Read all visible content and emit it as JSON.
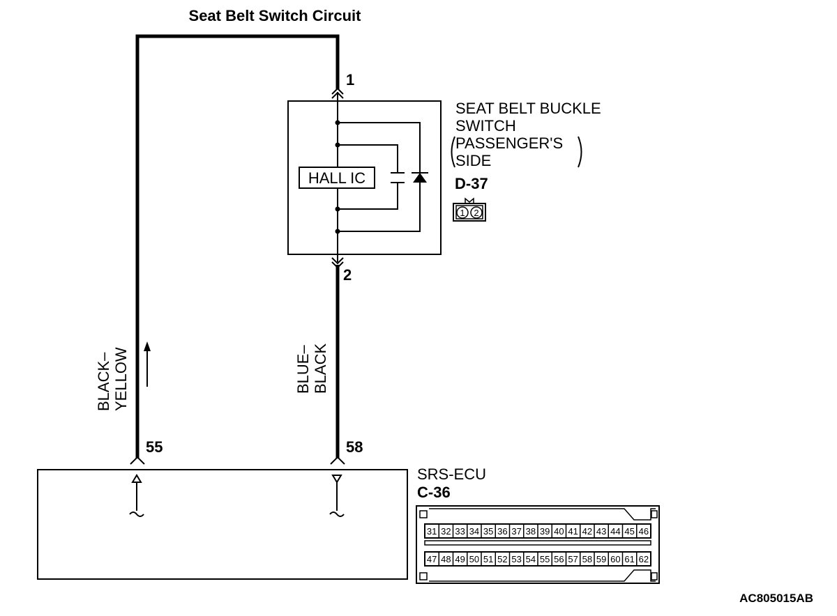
{
  "title": "Seat Belt Switch Circuit",
  "switch": {
    "name_line1": "SEAT BELT BUCKLE",
    "name_line2": "SWITCH",
    "name_line3": "PASSENGER'S",
    "name_line4": "SIDE",
    "connector_id": "D-37",
    "pin_top": "1",
    "pin_bottom": "2",
    "hall_ic_label": "HALL IC",
    "connector_pins": [
      "1",
      "2"
    ]
  },
  "wires": {
    "left_line1": "BLACK–",
    "left_line2": "YELLOW",
    "right_line1": "BLUE–",
    "right_line2": "BLACK"
  },
  "ecu": {
    "name": "SRS-ECU",
    "connector_id": "C-36",
    "pin_left": "55",
    "pin_right": "58",
    "pins_top": [
      "31",
      "32",
      "33",
      "34",
      "35",
      "36",
      "37",
      "38",
      "39",
      "40",
      "41",
      "42",
      "43",
      "44",
      "45",
      "46"
    ],
    "pins_bottom": [
      "47",
      "48",
      "49",
      "50",
      "51",
      "52",
      "53",
      "54",
      "55",
      "56",
      "57",
      "58",
      "59",
      "60",
      "61",
      "62"
    ]
  },
  "code": "AC805015AB"
}
